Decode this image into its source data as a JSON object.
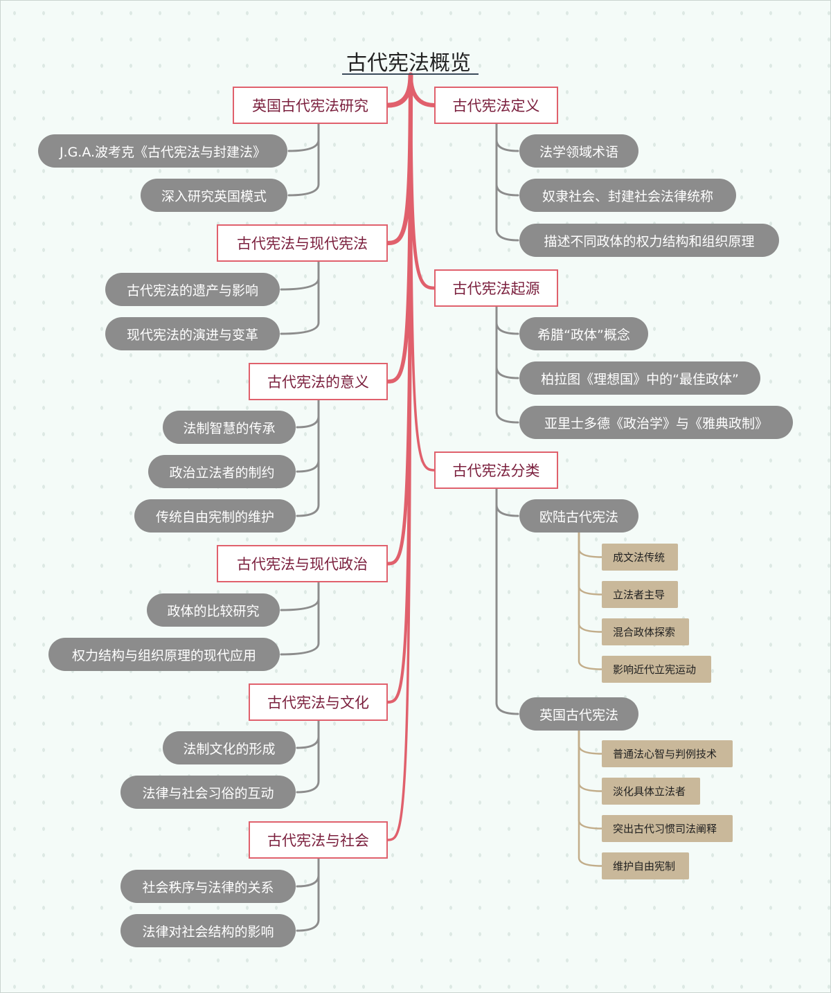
{
  "title": "古代宪法概览",
  "left": [
    {
      "label": "英国古代宪法研究",
      "children": [
        {
          "label": "J.G.A.波考克《古代宪法与封建法》"
        },
        {
          "label": "深入研究英国模式"
        }
      ]
    },
    {
      "label": "古代宪法与现代宪法",
      "children": [
        {
          "label": "古代宪法的遗产与影响"
        },
        {
          "label": "现代宪法的演进与变革"
        }
      ]
    },
    {
      "label": "古代宪法的意义",
      "children": [
        {
          "label": "法制智慧的传承"
        },
        {
          "label": "政治立法者的制约"
        },
        {
          "label": "传统自由宪制的维护"
        }
      ]
    },
    {
      "label": "古代宪法与现代政治",
      "children": [
        {
          "label": "政体的比较研究"
        },
        {
          "label": "权力结构与组织原理的现代应用"
        }
      ]
    },
    {
      "label": "古代宪法与文化",
      "children": [
        {
          "label": "法制文化的形成"
        },
        {
          "label": "法律与社会习俗的互动"
        }
      ]
    },
    {
      "label": "古代宪法与社会",
      "children": [
        {
          "label": "社会秩序与法律的关系"
        },
        {
          "label": "法律对社会结构的影响"
        }
      ]
    }
  ],
  "right": [
    {
      "label": "古代宪法定义",
      "children": [
        {
          "label": "法学领域术语"
        },
        {
          "label": "奴隶社会、封建社会法律统称"
        },
        {
          "label": "描述不同政体的权力结构和组织原理"
        }
      ]
    },
    {
      "label": "古代宪法起源",
      "children": [
        {
          "label": "希腊“政体”概念"
        },
        {
          "label": "柏拉图《理想国》中的“最佳政体”"
        },
        {
          "label": "亚里士多德《政治学》与《雅典政制》"
        }
      ]
    },
    {
      "label": "古代宪法分类",
      "children": [
        {
          "label": "欧陆古代宪法",
          "children": [
            {
              "label": "成文法传统"
            },
            {
              "label": "立法者主导"
            },
            {
              "label": "混合政体探索"
            },
            {
              "label": "影响近代立宪运动"
            }
          ]
        },
        {
          "label": "英国古代宪法",
          "children": [
            {
              "label": "普通法心智与判例技术"
            },
            {
              "label": "淡化具体立法者"
            },
            {
              "label": "突出古代习惯司法阐释"
            },
            {
              "label": "维护自由宪制"
            }
          ]
        }
      ]
    }
  ],
  "colors": {
    "main_branch": "#e0606c",
    "sub_branch": "#8c8c8c",
    "leaf_branch": "#c2ad8a",
    "main_fill": "#ffffff",
    "main_text": "#7a1e3c",
    "sub_fill": "#8c8c8c",
    "leaf_fill": "#c9b89a"
  }
}
